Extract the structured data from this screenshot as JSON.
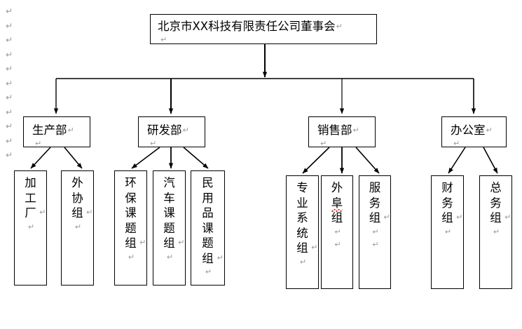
{
  "document": {
    "type": "word-org-chart",
    "background": "#ffffff",
    "line_color": "#000000",
    "formatting_mark_color": "#9a9a9a",
    "spellcheck_color": "#e01b1b",
    "paragraph_mark": "↵"
  },
  "margin": {
    "mark": "↵",
    "count": 11
  },
  "root": {
    "label": "北京市XX科技有限责任公司董事会",
    "trailing_mark": "↵",
    "second_line_mark": "↵"
  },
  "departments": [
    {
      "id": "production",
      "label": "生产部",
      "trailing_mark": "↵",
      "second_line_mark": "↵"
    },
    {
      "id": "rnd",
      "label": "研发部",
      "trailing_mark": "↵",
      "second_line_mark": "↵"
    },
    {
      "id": "sales",
      "label": "销售部",
      "trailing_mark": "↵",
      "second_line_mark": "↵"
    },
    {
      "id": "office",
      "label": "办公室",
      "trailing_mark": "↵",
      "second_line_mark": "↵"
    }
  ],
  "teams": [
    {
      "id": "processing-plant",
      "parent": "production",
      "label": "加工厂",
      "chars": [
        "加",
        "工",
        "厂"
      ],
      "mark_after_index": 2,
      "trailing_mark": "↵",
      "spellcheck_index": -1
    },
    {
      "id": "outsourcing-group",
      "parent": "production",
      "label": "外协组",
      "chars": [
        "外",
        "协",
        "组"
      ],
      "mark_after_index": 2,
      "trailing_mark": "↵",
      "spellcheck_index": -1
    },
    {
      "id": "env-protection-topic-group",
      "parent": "rnd",
      "label": "环保课题组",
      "chars": [
        "环",
        "保",
        "课",
        "题",
        "组"
      ],
      "mark_after_index": 4,
      "trailing_mark": "↵",
      "spellcheck_index": -1
    },
    {
      "id": "automotive-topic-group",
      "parent": "rnd",
      "label": "汽车课题组",
      "chars": [
        "汽",
        "车",
        "课",
        "题",
        "组"
      ],
      "mark_after_index": 4,
      "trailing_mark": "↵",
      "spellcheck_index": -1
    },
    {
      "id": "consumer-goods-topic-group",
      "parent": "rnd",
      "label": "民用品课题组",
      "chars": [
        "民",
        "用",
        "品",
        "课",
        "题",
        "组"
      ],
      "mark_after_index": 5,
      "trailing_mark": "↵",
      "spellcheck_index": -1
    },
    {
      "id": "professional-systems-group",
      "parent": "sales",
      "label": "专业系统组",
      "chars": [
        "专",
        "业",
        "系",
        "统",
        "组"
      ],
      "mark_after_index": 4,
      "trailing_mark": "↵",
      "spellcheck_index": -1
    },
    {
      "id": "out-of-town-group",
      "parent": "sales",
      "label": "外阜组",
      "chars": [
        "外",
        "阜",
        "组"
      ],
      "mark_after_index": -1,
      "trailing_mark": "↵",
      "second_trailing_mark": "↵",
      "spellcheck_index": 1
    },
    {
      "id": "service-group",
      "parent": "sales",
      "label": "服务组",
      "chars": [
        "服",
        "务",
        "组"
      ],
      "mark_after_index": 2,
      "trailing_mark": "↵",
      "second_trailing_mark": "↵",
      "spellcheck_index": -1
    },
    {
      "id": "finance-group",
      "parent": "office",
      "label": "财务组",
      "chars": [
        "财",
        "务",
        "组"
      ],
      "mark_after_index": 2,
      "trailing_mark": "↵",
      "spellcheck_index": -1
    },
    {
      "id": "general-affairs-group",
      "parent": "office",
      "label": "总务组",
      "chars": [
        "总",
        "务",
        "组"
      ],
      "mark_after_index": 2,
      "trailing_mark": "↵",
      "spellcheck_index": -1
    }
  ]
}
